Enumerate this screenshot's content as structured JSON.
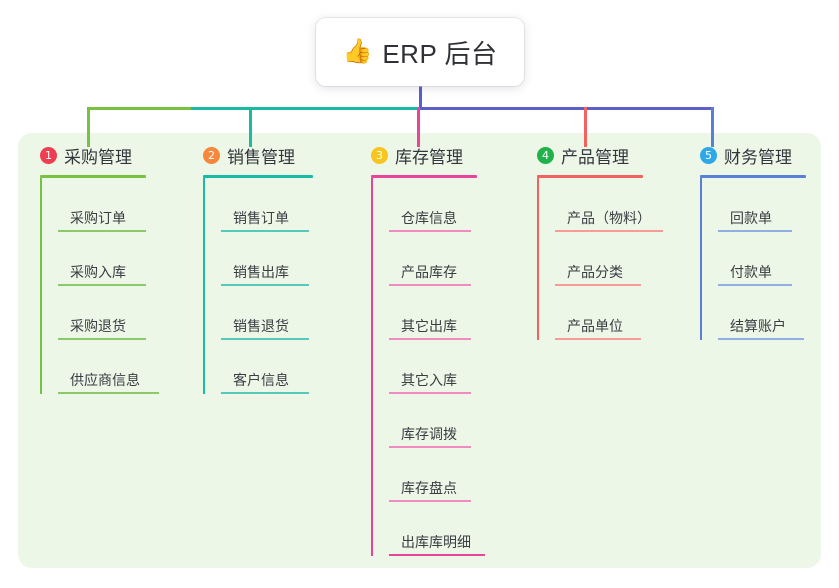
{
  "root": {
    "icon": "thumbs-up-icon",
    "icon_glyph": "👍",
    "title": "ERP 后台"
  },
  "theme": {
    "page_background": "#ffffff",
    "panel_background": "#ecf7e8",
    "text_color": "#33363c",
    "bus_left_color": "#7ac142",
    "bus_mid_color": "#18bca4",
    "bus_right_color": "#5b5fc7",
    "root_drop_color": "#5b5fc7"
  },
  "columns": [
    {
      "index": "1",
      "badge_color": "#ef3e52",
      "accent": "#7ac142",
      "title": "采购管理",
      "connector_color": "#7ac142",
      "items": [
        {
          "label": "采购订单"
        },
        {
          "label": "采购入库"
        },
        {
          "label": "采购退货"
        },
        {
          "label": "供应商信息"
        }
      ]
    },
    {
      "index": "2",
      "badge_color": "#f5883c",
      "accent": "#18bca4",
      "title": "销售管理",
      "connector_color": "#18bca4",
      "items": [
        {
          "label": "销售订单"
        },
        {
          "label": "销售出库"
        },
        {
          "label": "销售退货"
        },
        {
          "label": "客户信息"
        }
      ]
    },
    {
      "index": "3",
      "badge_color": "#f7c51e",
      "accent": "#e8459a",
      "title": "库存管理",
      "connector_color": "#e8459a",
      "items": [
        {
          "label": "仓库信息"
        },
        {
          "label": "产品库存"
        },
        {
          "label": "其它出库"
        },
        {
          "label": "其它入库"
        },
        {
          "label": "库存调拨"
        },
        {
          "label": "库存盘点"
        },
        {
          "label": "出库库明细"
        }
      ]
    },
    {
      "index": "4",
      "badge_color": "#21b24b",
      "accent": "#f4625f",
      "title": "产品管理",
      "connector_color": "#f4625f",
      "items": [
        {
          "label": "产品（物料）"
        },
        {
          "label": "产品分类"
        },
        {
          "label": "产品单位"
        }
      ]
    },
    {
      "index": "5",
      "badge_color": "#2fa8e8",
      "accent": "#5b7fd4",
      "title": "财务管理",
      "connector_color": "#5b7fd4",
      "items": [
        {
          "label": "回款单"
        },
        {
          "label": "付款单"
        },
        {
          "label": "结算账户"
        }
      ]
    }
  ]
}
